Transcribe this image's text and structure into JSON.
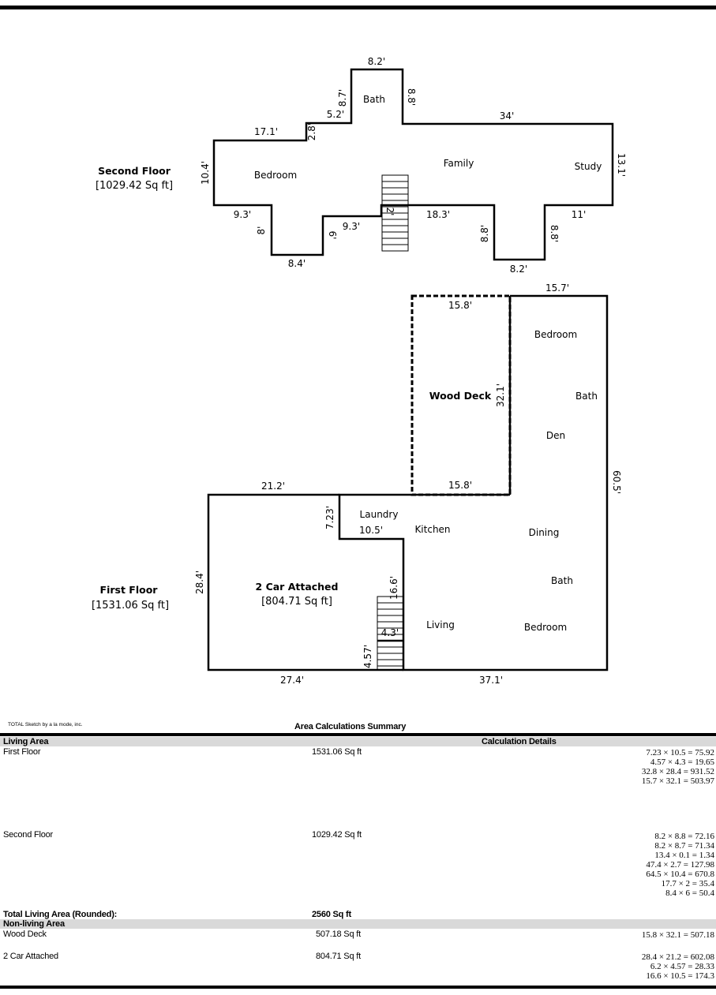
{
  "second_floor": {
    "title": "Second Floor",
    "area": "[1029.42 Sq ft]",
    "rooms": {
      "bath": "Bath",
      "bedroom": "Bedroom",
      "family": "Family",
      "study": "Study"
    },
    "dims": {
      "d82_top": "8.2'",
      "d87": "8.7'",
      "d88_upper": "8.8'",
      "d52": "5.2'",
      "d34": "34'",
      "d171": "17.1'",
      "d28": "2.8'",
      "d104": "10.4'",
      "d131": "13.1'",
      "d93_left": "9.3'",
      "d93_mid": "9.3'",
      "d8": "8'",
      "d6": "6'",
      "d2": "2'",
      "d183": "18.3'",
      "d11": "11'",
      "d88_left": "8.8'",
      "d88_right": "8.8'",
      "d84": "8.4'",
      "d82_bottom": "8.2'"
    }
  },
  "first_floor": {
    "title": "First Floor",
    "area": "[1531.06 Sq ft]",
    "garage_title": "2 Car Attached",
    "garage_area": "[804.71 Sq ft]",
    "deck_title": "Wood Deck",
    "rooms": {
      "bedroom_top": "Bedroom",
      "bath_top": "Bath",
      "den": "Den",
      "laundry": "Laundry",
      "kitchen": "Kitchen",
      "dining": "Dining",
      "bath_bottom": "Bath",
      "living": "Living",
      "bedroom_bottom": "Bedroom"
    },
    "dims": {
      "d157": "15.7'",
      "d158_top": "15.8'",
      "d321": "32.1'",
      "d158_bottom": "15.8'",
      "d605": "60.5'",
      "d212": "21.2'",
      "d723": "7.23'",
      "d105": "10.5'",
      "d284": "28.4'",
      "d166": "16.6'",
      "d43": "4.3'",
      "d457": "4.57'",
      "d274": "27.4'",
      "d371": "37.1'"
    }
  },
  "summary": {
    "credit": "TOTAL Sketch by a la mode, inc.",
    "title": "Area Calculations Summary",
    "living_header": "Living Area",
    "calc_header": "Calculation Details",
    "first_floor": {
      "label": "First Floor",
      "area": "1531.06 Sq ft",
      "calcs": [
        "7.23 × 10.5 = 75.92",
        "4.57 × 4.3 = 19.65",
        "32.8 × 28.4 = 931.52",
        "15.7 × 32.1 = 503.97"
      ]
    },
    "second_floor": {
      "label": "Second Floor",
      "area": "1029.42 Sq ft",
      "calcs": [
        "8.2 × 8.8 = 72.16",
        "8.2 × 8.7 = 71.34",
        "13.4 × 0.1 = 1.34",
        "47.4 × 2.7 = 127.98",
        "64.5 × 10.4 = 670.8",
        "17.7 × 2 = 35.4",
        "8.4 × 6 = 50.4"
      ]
    },
    "total_label": "Total Living Area (Rounded):",
    "total_value": "2560 Sq ft",
    "nonliving_header": "Non-living Area",
    "wood_deck": {
      "label": "Wood Deck",
      "area": "507.18 Sq ft",
      "calcs": [
        "15.8 × 32.1 = 507.18"
      ]
    },
    "garage": {
      "label": "2 Car Attached",
      "area": "804.71 Sq ft",
      "calcs": [
        "28.4 × 21.2 = 602.08",
        "6.2 × 4.57 = 28.33",
        "16.6 × 10.5 = 174.3"
      ]
    }
  }
}
